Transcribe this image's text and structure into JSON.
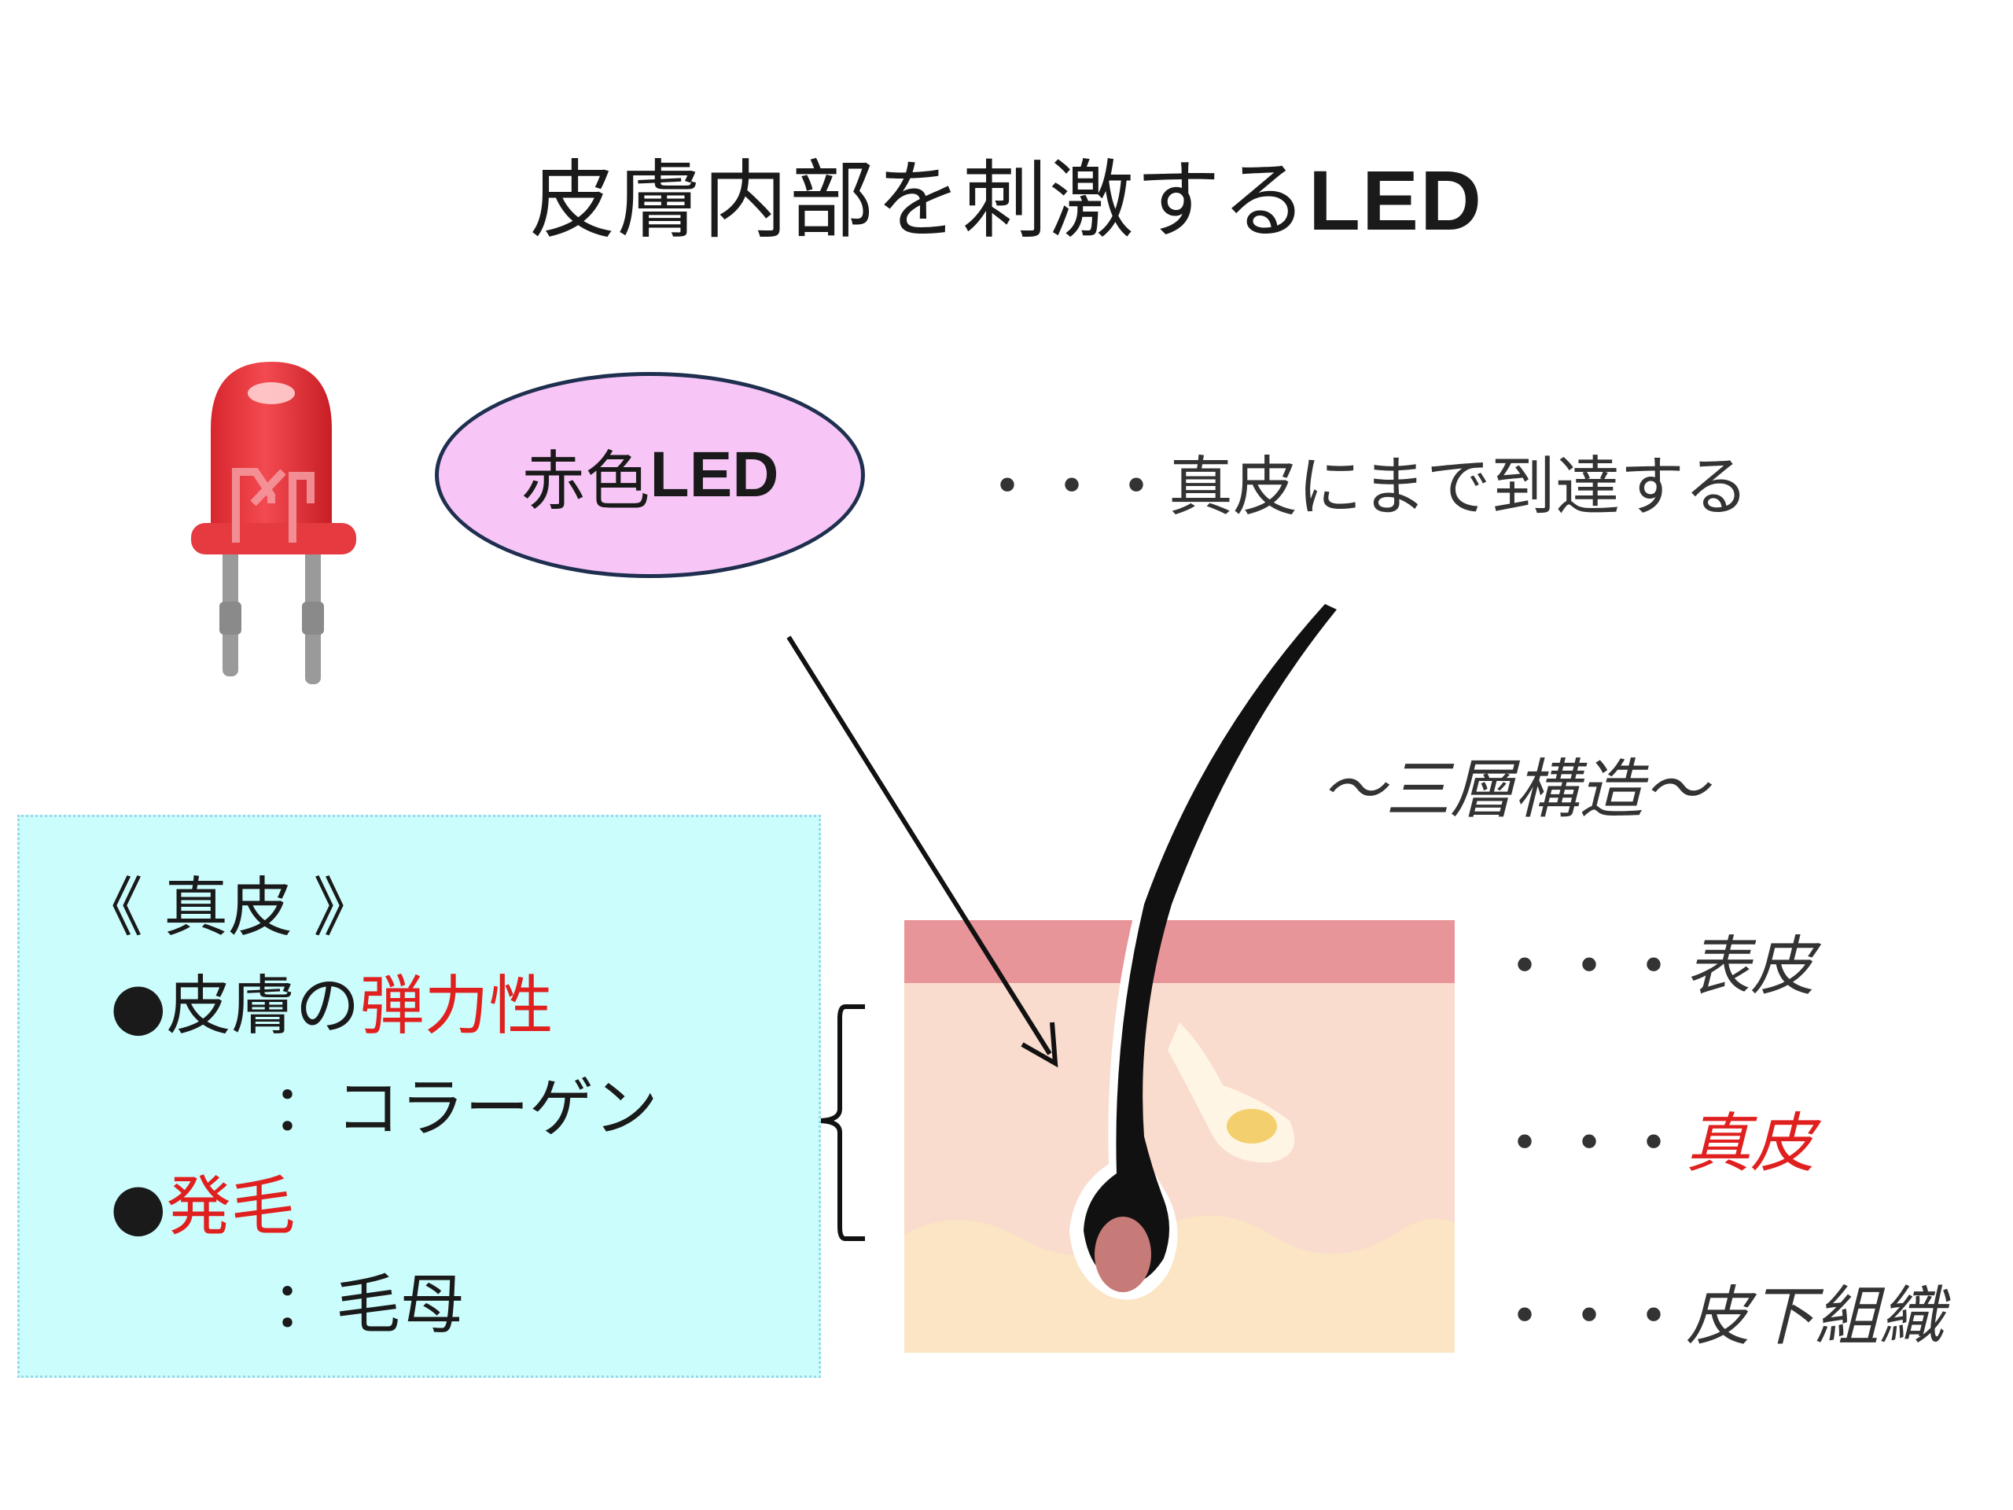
{
  "title": {
    "text": "皮膚内部を刺激する",
    "led": "LED"
  },
  "ellipse": {
    "text": "赤色",
    "led": "LED"
  },
  "reach_text": "・・・真皮にまで到達する",
  "structure_label": "〜三層構造〜",
  "layers": [
    {
      "dots": "・・・",
      "name": "表皮",
      "highlight": false
    },
    {
      "dots": "・・・",
      "name": "真皮",
      "highlight": true
    },
    {
      "dots": "・・・",
      "name": "皮下組織",
      "highlight": false
    }
  ],
  "panel": {
    "heading": "《 真皮 》",
    "item1": {
      "bullet": "●",
      "prefix": "皮膚の",
      "highlight": "弾力性",
      "detail": "：コラーゲン"
    },
    "item2": {
      "bullet": "●",
      "highlight": "発毛",
      "detail": "：毛母"
    }
  },
  "colors": {
    "highlight": "#e0201f",
    "ellipse_fill": "#f7c6f7",
    "panel_fill": "#ccfdfd",
    "led_red": "#e8333a"
  },
  "icons": [
    "red-led-icon",
    "hair-follicle-cross-section",
    "arrow",
    "curly-brace"
  ]
}
